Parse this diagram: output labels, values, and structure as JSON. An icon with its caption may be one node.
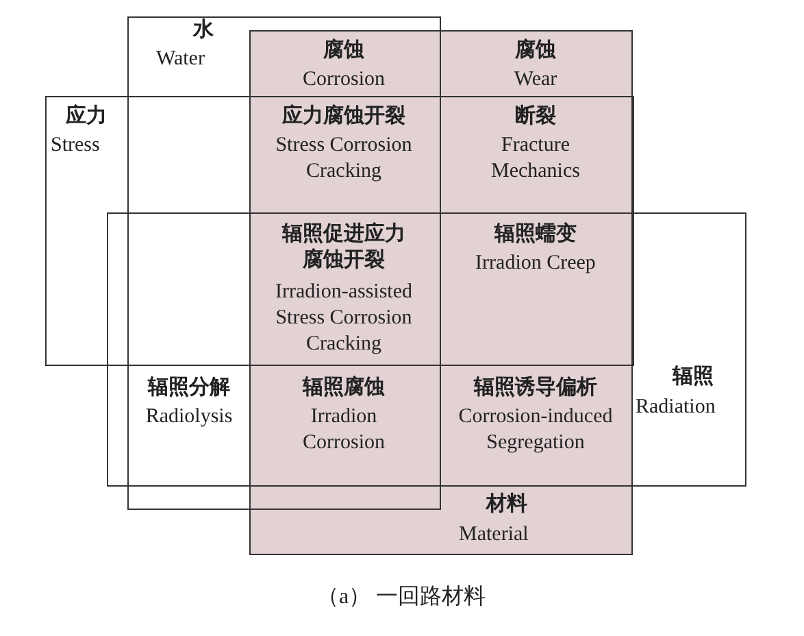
{
  "diagram": {
    "caption": "（a） 一回路材料",
    "nodes": [
      {
        "text": [
          "水",
          "Water"
        ]
      },
      {
        "text": [
          "应力",
          "Stress"
        ]
      },
      {
        "text": [
          "辐照",
          "Radiation"
        ]
      },
      {
        "text": [
          "材料",
          "Material"
        ]
      }
    ],
    "labels": [
      "腐蚀",
      "Corrosion",
      "腐蚀",
      "Wear",
      "应力腐蚀开裂",
      "Stress Corrosion Cracking",
      "断裂",
      "Fracture Mechanics",
      "辐照促进应力腐蚀开裂",
      "Irradion-assisted Stress Corrosion Cracking",
      "辐照蠕变",
      "Irradion Creep",
      "辐照分解",
      "Radiolysis",
      "辐照腐蚀",
      "Irradion Corrosion",
      "辐照诱导偏析",
      "Corrosion-induced Segregation"
    ]
  }
}
